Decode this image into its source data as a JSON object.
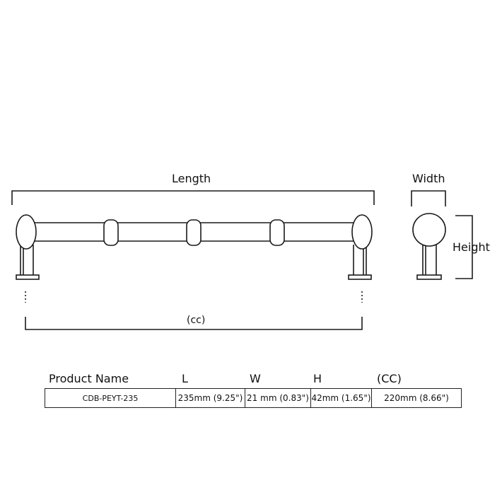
{
  "labels": {
    "length": "Length",
    "width": "Width",
    "height": "Height",
    "cc": "(cc)"
  },
  "table": {
    "headers": [
      "Product Name",
      "L",
      "W",
      "H",
      "(CC)"
    ],
    "row": [
      "CDB-PEYT-235",
      "235mm (9.25\")",
      "21 mm (0.83\")",
      "42mm (1.65\")",
      "220mm (8.66\")"
    ]
  }
}
